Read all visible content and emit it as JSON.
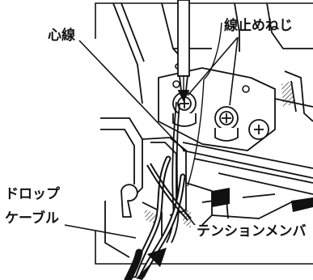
{
  "labels": {
    "core_wire": "心線",
    "fixing_screw": "線止めねじ",
    "drop_cable_line1": "ドロップ",
    "drop_cable_line2": "ケーブル",
    "tension_member": "テンションメンバ"
  },
  "colors": {
    "line": "#111111",
    "paper": "#ffffff",
    "shade": "#b8b8b8"
  },
  "icons": {
    "insert_arrow": "arrow-up-right-icon",
    "screw": "screw-icon",
    "screwdriver": "screwdriver-icon"
  }
}
